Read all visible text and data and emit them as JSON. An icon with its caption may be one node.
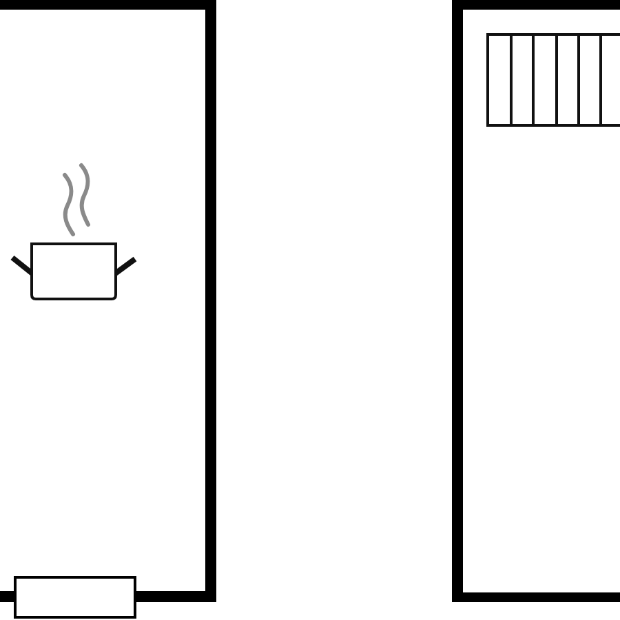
{
  "diagram": {
    "nodes": [
      {
        "text": [],
        "shape": "box"
      },
      {
        "text": [],
        "shape": "picture",
        "in": 0
      },
      {
        "text": [],
        "shape": "box"
      },
      {
        "text": [],
        "shape": "box"
      },
      {
        "text": [],
        "shape": "picture",
        "in": 3
      }
    ]
  }
}
